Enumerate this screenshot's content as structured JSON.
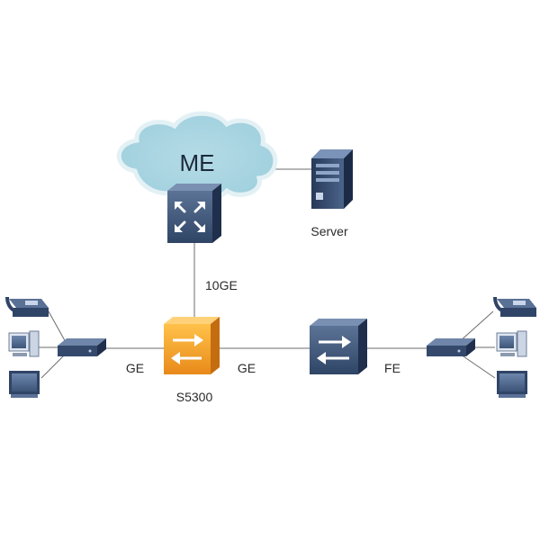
{
  "nodes": {
    "cloud_label": "ME",
    "server_label": "Server",
    "core_switch_label": "S5300"
  },
  "links": {
    "uplink_label": "10GE",
    "left_link_label": "GE",
    "middle_link_label": "GE",
    "right_link_label": "FE"
  },
  "colors": {
    "device_blue": "#3d5476",
    "device_blue_dark": "#243552",
    "core_orange": "#f3a130",
    "cloud_fill": "#bfe0ea",
    "cloud_edge": "#e4f2f6"
  }
}
